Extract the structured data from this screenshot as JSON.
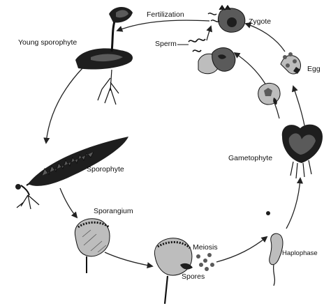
{
  "labels": {
    "fertilization": "Fertilization",
    "zygote": "Zygote",
    "young_sporophyte": "Young sporophyte",
    "sperm": "Sperm",
    "egg": "Egg",
    "gametophyte": "Gametophyte",
    "sporophyte": "Sporophyte",
    "sporangium": "Sporangium",
    "meiosis": "Meiosis",
    "spores": "Spores",
    "haplophase": "Haplophase"
  }
}
